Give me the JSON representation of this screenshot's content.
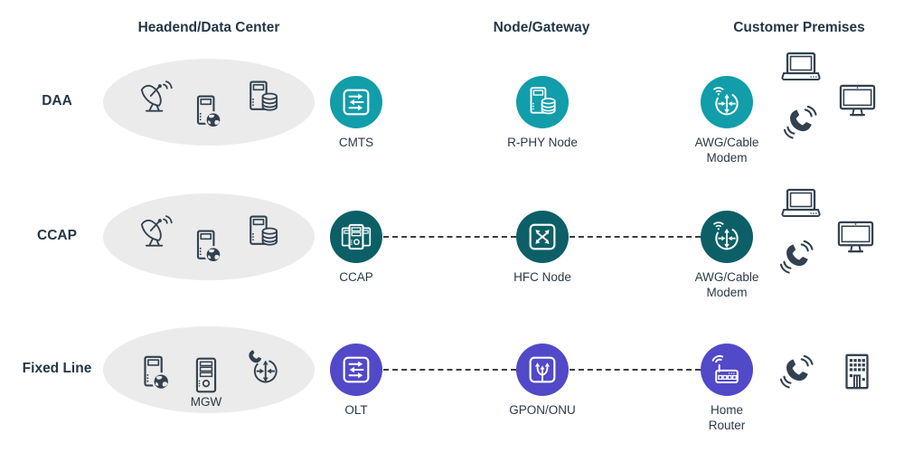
{
  "columns": [
    {
      "label": "Headend/Data Center"
    },
    {
      "label": "Node/Gateway"
    },
    {
      "label": "Customer Premises"
    }
  ],
  "colors": {
    "row_daa_accent": "#119DA9",
    "row_ccap_accent": "#0C5F66",
    "row_fixed_line_accent": "#5149C8",
    "ellipse_fill": "#EBEBEB",
    "icon_ink": "#32414F",
    "text": "#243746",
    "connector": "#3d3d3d"
  },
  "rows": [
    {
      "label": "DAA",
      "headend": {
        "icons": [
          "satellite-dish-icon",
          "server-globe-icon",
          "server-database-icon"
        ],
        "caption": ""
      },
      "nodes": [
        {
          "icon": "switch-icon",
          "label_lines": [
            "CMTS"
          ]
        },
        {
          "icon": "server-database-icon",
          "label_lines": [
            "R-PHY Node"
          ]
        },
        {
          "icon": "wireless-router-icon",
          "label_lines": [
            "AWG/Cable",
            "Modem"
          ]
        }
      ],
      "connected": false,
      "devices": [
        "laptop-icon",
        "desktop-monitor-icon",
        "phone-icon"
      ]
    },
    {
      "label": "CCAP",
      "headend": {
        "icons": [
          "satellite-dish-icon",
          "server-globe-icon",
          "server-database-icon"
        ],
        "caption": ""
      },
      "nodes": [
        {
          "icon": "ccap-chassis-icon",
          "label_lines": [
            "CCAP"
          ]
        },
        {
          "icon": "crossover-switch-icon",
          "label_lines": [
            "HFC Node"
          ]
        },
        {
          "icon": "wireless-router-icon",
          "label_lines": [
            "AWG/Cable",
            "Modem"
          ]
        }
      ],
      "connected": true,
      "devices": [
        "laptop-icon",
        "desktop-monitor-icon",
        "phone-icon"
      ]
    },
    {
      "label": "Fixed Line",
      "headend": {
        "icons": [
          "server-globe-icon",
          "media-gateway-server-icon",
          "phone-router-icon"
        ],
        "caption": "MGW"
      },
      "nodes": [
        {
          "icon": "switch-icon",
          "label_lines": [
            "OLT"
          ]
        },
        {
          "icon": "splitter-icon",
          "label_lines": [
            "GPON/ONU"
          ]
        },
        {
          "icon": "home-router-icon",
          "label_lines": [
            "Home",
            "Router"
          ]
        }
      ],
      "connected": true,
      "devices": [
        "phone-icon",
        "building-icon"
      ]
    }
  ]
}
